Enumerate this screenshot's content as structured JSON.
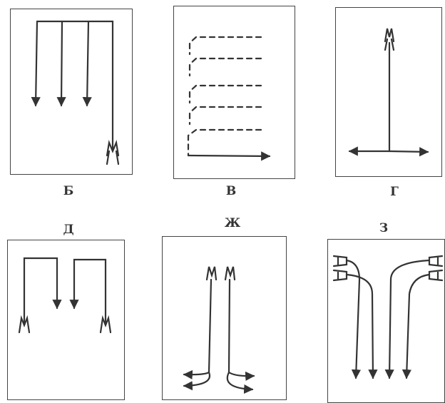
{
  "labels": {
    "b": "Б",
    "v": "В",
    "g": "Г",
    "d": "Д",
    "zh": "Ж",
    "z": "З"
  }
}
